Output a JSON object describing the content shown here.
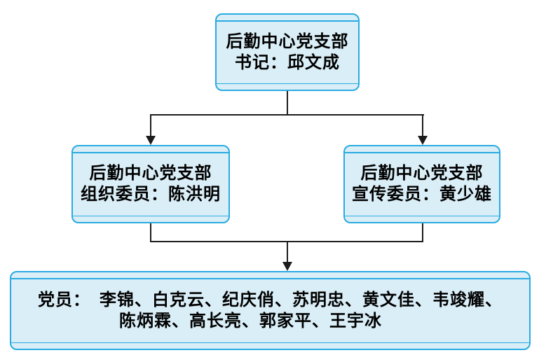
{
  "colors": {
    "box_fill": "#daeef7",
    "box_border": "#29abe2",
    "connector": "#1c1c1c",
    "text": "#000000"
  },
  "diagram": {
    "type": "org-chart",
    "nodes": {
      "secretary": {
        "line1": "后勤中心党支部",
        "line2": "书记：邱文成"
      },
      "organizer": {
        "line1": "后勤中心党支部",
        "line2": "组织委员：陈洪明"
      },
      "publicist": {
        "line1": "后勤中心党支部",
        "line2": "宣传委员：黄少雄"
      },
      "members": {
        "line1": "党员：　李锦、白克云、纪庆俏、苏明忠、黄文佳、韦竣耀、",
        "line2": "陈炳霖、高长亮、郭家平、王宇冰"
      }
    },
    "edges": [
      {
        "from": "secretary",
        "to": "organizer"
      },
      {
        "from": "secretary",
        "to": "publicist"
      },
      {
        "from": "organizer",
        "to": "members"
      },
      {
        "from": "publicist",
        "to": "members"
      }
    ]
  }
}
